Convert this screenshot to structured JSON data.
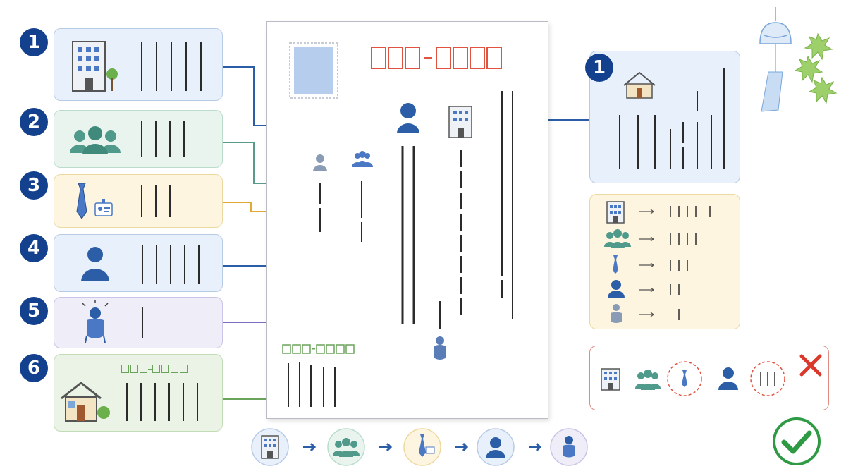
{
  "badges": {
    "one": "1",
    "two": "2",
    "three": "3",
    "four": "4",
    "five": "5",
    "six": "6",
    "right_one": "1"
  },
  "colors": {
    "badge": "#14418e",
    "card1": "#e8f0fb",
    "card2": "#e9f4ef",
    "card3": "#fdf5df",
    "card4": "#e8f0fb",
    "card5": "#efedf8",
    "card6": "#eaf3e6",
    "zip_red": "#e0543f",
    "zip_green": "#6aa35a",
    "check_green": "#2e9a44",
    "cross_red": "#d9382b"
  },
  "icons": {
    "card1": "office-building-icon",
    "card2": "group-icon",
    "card3": "necktie-id-card-icon",
    "card4": "person-icon",
    "card5": "bowing-person-icon",
    "card6": "house-icon",
    "stamp": "postage-stamp-icon",
    "wind_chime": "wind-chime-icon",
    "maple_leaves": "maple-leaves-icon",
    "correct": "check-mark-icon",
    "wrong": "cross-mark-icon"
  }
}
